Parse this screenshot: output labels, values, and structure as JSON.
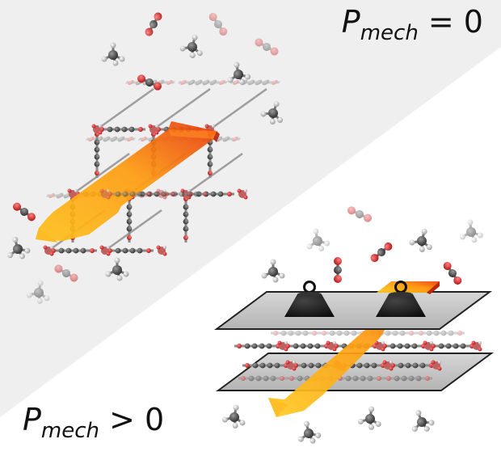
{
  "labels": {
    "top": {
      "p": "P",
      "sub": "mech",
      "rest": " = 0"
    },
    "bottom": {
      "p": "P",
      "sub": "mech",
      "rest": " > 0"
    }
  },
  "colors": {
    "background_top": "#efefef",
    "background_bottom": "#ffffff",
    "arrow_start": "#ffc21a",
    "arrow_end": "#e8380e",
    "carbon": "#555555",
    "oxygen": "#d63a3a",
    "hydrogen": "#dddddd",
    "plate": "#c8c8c8",
    "weight": "#1e1e1e"
  },
  "icons": [
    "co2-molecule-icon",
    "methane-molecule-icon",
    "weight-icon",
    "mof-framework-icon",
    "diffusion-arrow-icon"
  ]
}
